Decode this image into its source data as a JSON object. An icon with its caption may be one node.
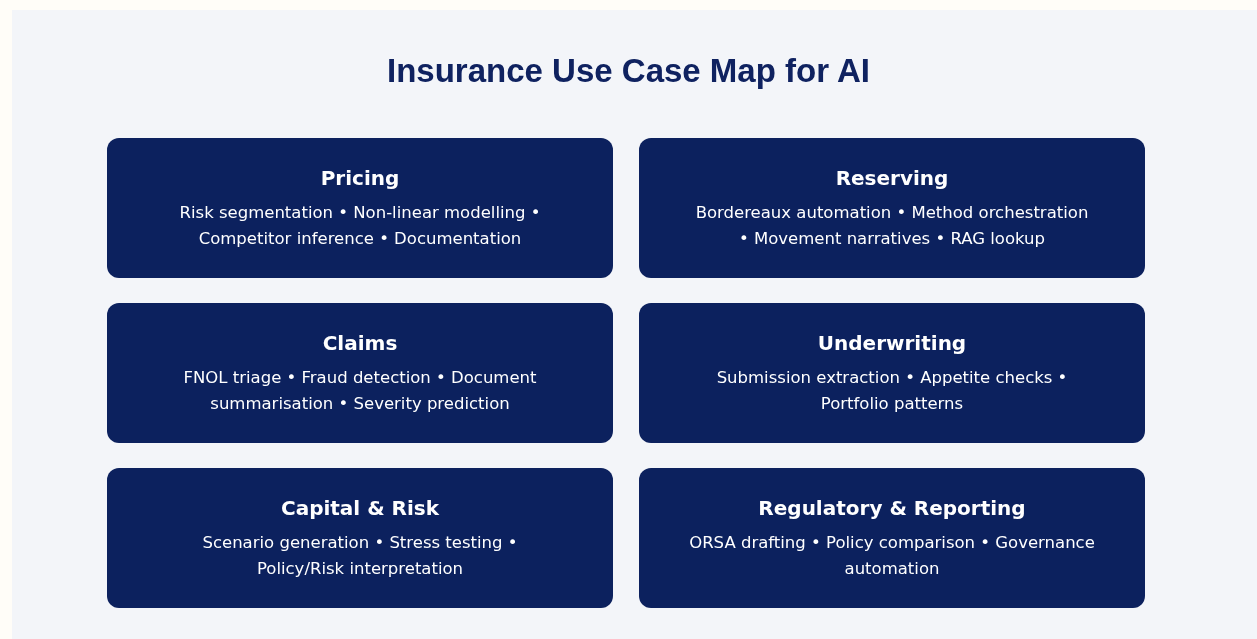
{
  "diagram": {
    "title": "Insurance Use Case Map for AI",
    "nodes": [
      {
        "text": [
          "Pricing",
          "Risk segmentation • Non-linear modelling • Competitor inference • Documentation"
        ]
      },
      {
        "text": [
          "Reserving",
          "Bordereaux automation • Method orchestration • Movement narratives • RAG lookup"
        ]
      },
      {
        "text": [
          "Claims",
          "FNOL triage • Fraud detection • Document summarisation • Severity prediction"
        ]
      },
      {
        "text": [
          "Underwriting",
          "Submission extraction • Appetite checks • Portfolio patterns"
        ]
      },
      {
        "text": [
          "Capital & Risk",
          "Scenario generation • Stress testing • Policy/Risk interpretation"
        ]
      },
      {
        "text": [
          "Regulatory & Reporting",
          "ORSA drafting • Policy comparison • Governance automation"
        ]
      }
    ]
  }
}
